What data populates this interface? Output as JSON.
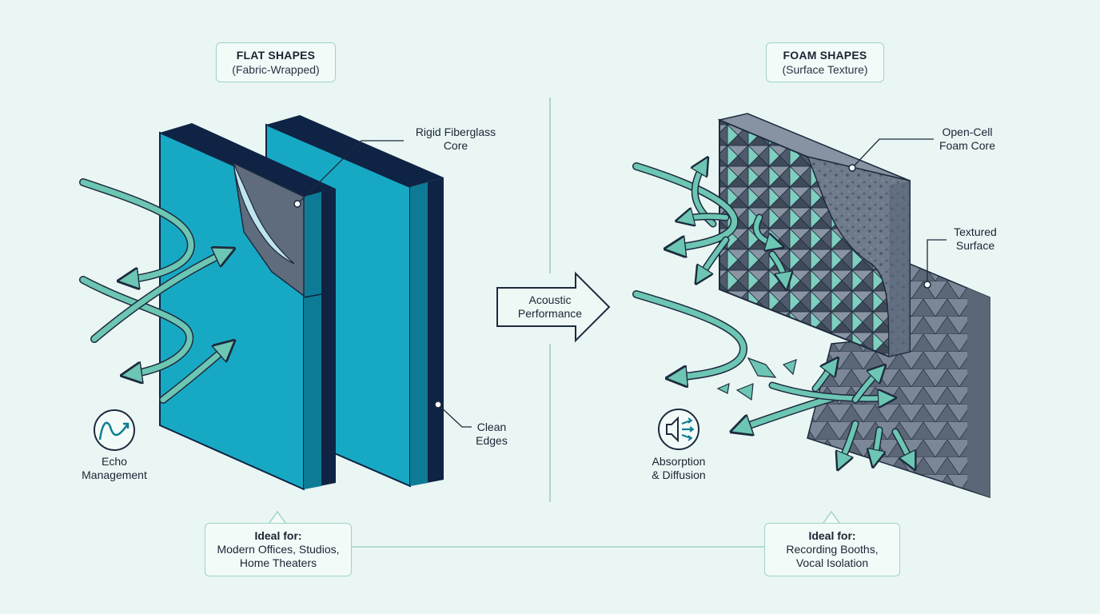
{
  "left_title": {
    "line1": "FLAT SHAPES",
    "line2": "(Fabric-Wrapped)"
  },
  "right_title": {
    "line1": "FOAM SHAPES",
    "line2": "(Surface Texture)"
  },
  "center_arrow": {
    "line1": "Acoustic",
    "line2": "Performance"
  },
  "callouts": {
    "fiberglass": {
      "line1": "Rigid Fiberglass",
      "line2": "Core"
    },
    "edges": {
      "line1": "Clean",
      "line2": "Edges"
    },
    "echo": {
      "line1": "Echo",
      "line2": "Management"
    },
    "foam_core": {
      "line1": "Open-Cell",
      "line2": "Foam Core"
    },
    "textured": {
      "line1": "Textured",
      "line2": "Surface"
    },
    "absorption": {
      "line1": "Absorption",
      "line2": "& Diffusion"
    }
  },
  "ideal_left": {
    "heading": "Ideal for:",
    "line1": "Modern Offices, Studios,",
    "line2": "Home Theaters"
  },
  "ideal_right": {
    "heading": "Ideal for:",
    "line1": "Recording Booths,",
    "line2": "Vocal Isolation"
  },
  "colors": {
    "background": "#e9f6f4",
    "panel_face": "#17a9c4",
    "panel_edge": "#0f2344",
    "core_gray": "#5e6c7e",
    "foam_gray": "#6f7b8b",
    "teal_arrow": "#6cc6b3",
    "outline": "#1e2a3d"
  }
}
